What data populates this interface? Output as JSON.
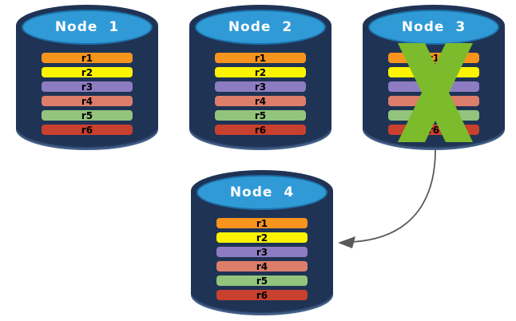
{
  "colors": {
    "cylinder_body": "#1F3355",
    "cylinder_top": "#2F9AD6",
    "cylinder_top_border": "#1D6FA6",
    "failure_x": "#7CBB2C",
    "arrow": "#595959",
    "r1": "#F7941D",
    "r2": "#FDF300",
    "r3": "#8E7CC3",
    "r4": "#DD7E6B",
    "r5": "#93C47D",
    "r6": "#C8402E"
  },
  "nodes": [
    {
      "title": "Node 1",
      "records": [
        "r1",
        "r2",
        "r3",
        "r4",
        "r5",
        "r6"
      ]
    },
    {
      "title": "Node 2",
      "records": [
        "r1",
        "r2",
        "r3",
        "r4",
        "r5",
        "r6"
      ]
    },
    {
      "title": "Node 3",
      "records": [
        "r1",
        "r2",
        "r3",
        "r4",
        "r5",
        "r6"
      ],
      "status": "failed"
    },
    {
      "title": "Node 4",
      "records": [
        "r1",
        "r2",
        "r3",
        "r4",
        "r5",
        "r6"
      ]
    }
  ],
  "icons": {
    "failure_mark": "x-mark",
    "transfer_arrow": "curved-arrow-from-node3-to-node4"
  }
}
